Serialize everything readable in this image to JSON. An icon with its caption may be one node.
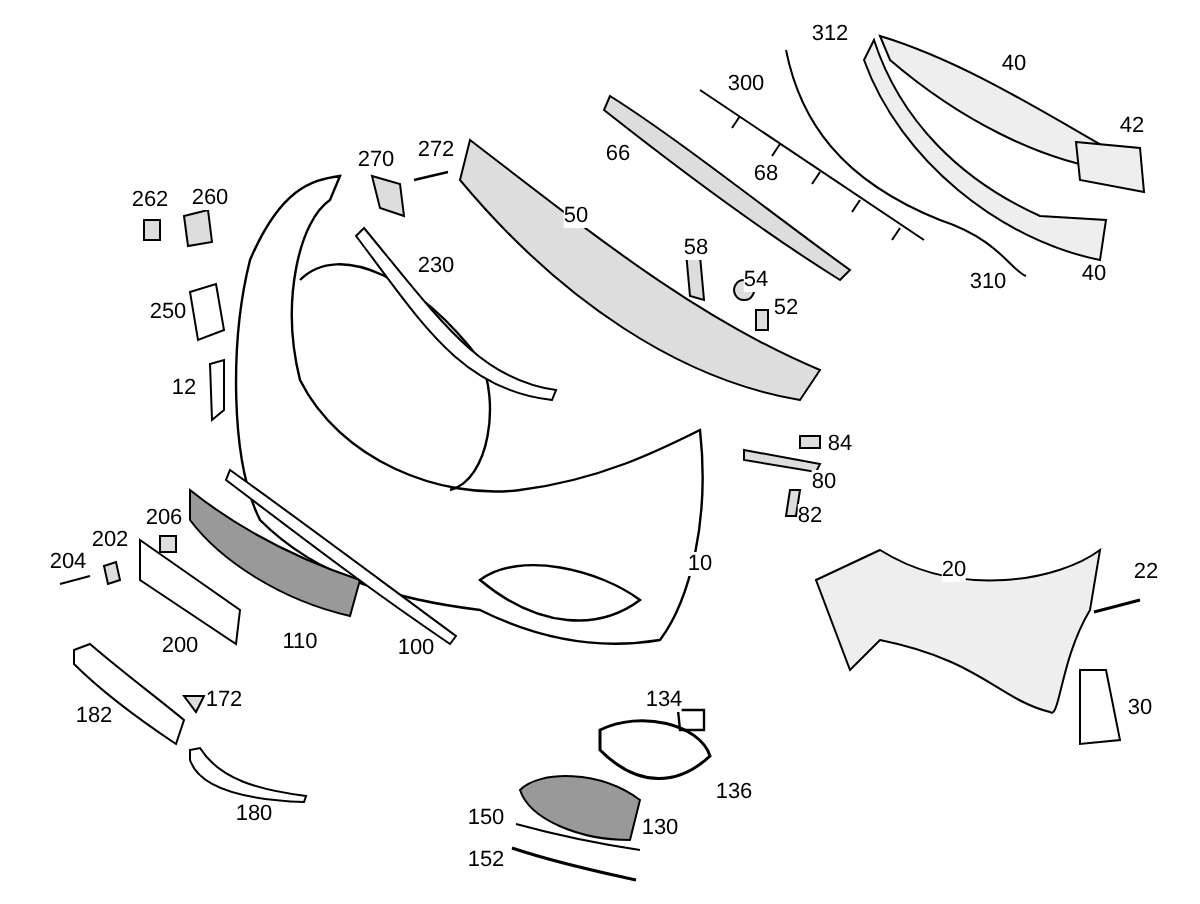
{
  "diagram": {
    "labels": [
      "312",
      "40",
      "300",
      "42",
      "270",
      "272",
      "262",
      "260",
      "66",
      "68",
      "50",
      "230",
      "58",
      "54",
      "310",
      "40",
      "250",
      "52",
      "12",
      "84",
      "80",
      "206",
      "82",
      "202",
      "204",
      "10",
      "20",
      "22",
      "200",
      "110",
      "100",
      "172",
      "182",
      "134",
      "30",
      "180",
      "136",
      "150",
      "130",
      "152"
    ]
  }
}
